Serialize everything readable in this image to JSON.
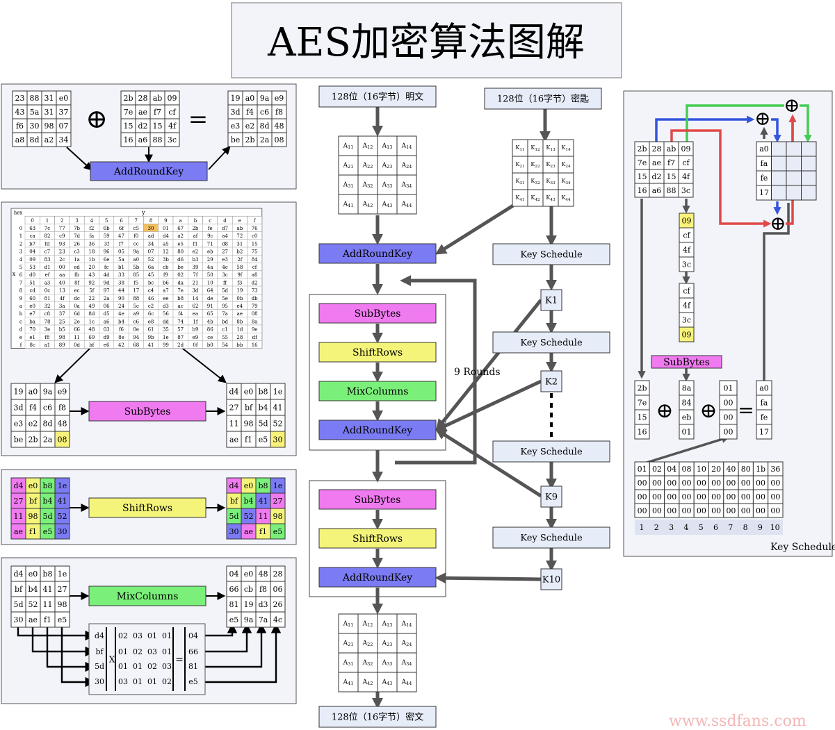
{
  "title": "AES加密算法图解",
  "watermark_url": "www.ssdfans.com",
  "colors": {
    "addroundkey": "#7b7bf4",
    "subbytes": "#f07af0",
    "shiftrows": "#f4f47a",
    "mixcolumns": "#7af07a",
    "keyschedule": "#e6ecf8",
    "panel": "#f2f4fa",
    "yellow_cell": "#f8f27a",
    "orange_cell": "#f5c061"
  },
  "labels": {
    "addroundkey": "AddRoundKey",
    "subbytes": "SubBytes",
    "shiftrows": "ShiftRows",
    "mixcolumns": "MixColumns",
    "keyschedule": "Key Schedule",
    "rounds": "9 Rounds",
    "plaintext": "128位（16字节）明文",
    "key": "128位（16字节）密匙",
    "ciphertext": "128位（16字节）密文",
    "xor": "⊕",
    "eq": "=",
    "x": "X",
    "hex": "hex",
    "y": "y",
    "xaxis": "x",
    "k1": "K1",
    "k2": "K2",
    "k9": "K9",
    "k10": "K10",
    "rcon_numbers": [
      "1",
      "2",
      "3",
      "4",
      "5",
      "6",
      "7",
      "8",
      "9",
      "10"
    ]
  },
  "ark": {
    "state": [
      [
        "23",
        "88",
        "31",
        "e0"
      ],
      [
        "43",
        "5a",
        "31",
        "37"
      ],
      [
        "f6",
        "30",
        "98",
        "07"
      ],
      [
        "a8",
        "8d",
        "a2",
        "34"
      ]
    ],
    "key": [
      [
        "2b",
        "28",
        "ab",
        "09"
      ],
      [
        "7e",
        "ae",
        "f7",
        "cf"
      ],
      [
        "15",
        "d2",
        "15",
        "4f"
      ],
      [
        "16",
        "a6",
        "88",
        "3c"
      ]
    ],
    "result": [
      [
        "19",
        "a0",
        "9a",
        "e9"
      ],
      [
        "3d",
        "f4",
        "c6",
        "f8"
      ],
      [
        "e3",
        "e2",
        "8d",
        "48"
      ],
      [
        "be",
        "2b",
        "2a",
        "08"
      ]
    ]
  },
  "sbox_header": [
    "0",
    "1",
    "2",
    "3",
    "4",
    "5",
    "6",
    "7",
    "8",
    "9",
    "a",
    "b",
    "c",
    "d",
    "e",
    "f"
  ],
  "sbox": [
    [
      "63",
      "7c",
      "77",
      "7b",
      "f2",
      "6b",
      "6f",
      "c5",
      "30",
      "01",
      "67",
      "2b",
      "fe",
      "d7",
      "ab",
      "76"
    ],
    [
      "ca",
      "82",
      "c9",
      "7d",
      "fa",
      "59",
      "47",
      "f0",
      "ad",
      "d4",
      "a2",
      "af",
      "9c",
      "a4",
      "72",
      "c0"
    ],
    [
      "b7",
      "fd",
      "93",
      "26",
      "36",
      "3f",
      "f7",
      "cc",
      "34",
      "a5",
      "e5",
      "f1",
      "71",
      "d8",
      "31",
      "15"
    ],
    [
      "04",
      "c7",
      "23",
      "c3",
      "18",
      "96",
      "05",
      "9a",
      "07",
      "12",
      "80",
      "e2",
      "eb",
      "27",
      "b2",
      "75"
    ],
    [
      "09",
      "83",
      "2c",
      "1a",
      "1b",
      "6e",
      "5a",
      "a0",
      "52",
      "3b",
      "d6",
      "b3",
      "29",
      "e3",
      "2f",
      "84"
    ],
    [
      "53",
      "d1",
      "00",
      "ed",
      "20",
      "fc",
      "b1",
      "5b",
      "6a",
      "cb",
      "be",
      "39",
      "4a",
      "4c",
      "58",
      "cf"
    ],
    [
      "d0",
      "ef",
      "aa",
      "fb",
      "43",
      "4d",
      "33",
      "85",
      "45",
      "f9",
      "02",
      "7f",
      "50",
      "3c",
      "9f",
      "a8"
    ],
    [
      "51",
      "a3",
      "40",
      "8f",
      "92",
      "9d",
      "38",
      "f5",
      "bc",
      "b6",
      "da",
      "21",
      "10",
      "ff",
      "f3",
      "d2"
    ],
    [
      "cd",
      "0c",
      "13",
      "ec",
      "5f",
      "97",
      "44",
      "17",
      "c4",
      "a7",
      "7e",
      "3d",
      "64",
      "5d",
      "19",
      "73"
    ],
    [
      "60",
      "81",
      "4f",
      "dc",
      "22",
      "2a",
      "90",
      "88",
      "46",
      "ee",
      "b8",
      "14",
      "de",
      "5e",
      "0b",
      "db"
    ],
    [
      "e0",
      "32",
      "3a",
      "0a",
      "49",
      "06",
      "24",
      "5c",
      "c2",
      "d3",
      "ac",
      "62",
      "91",
      "95",
      "e4",
      "79"
    ],
    [
      "e7",
      "c8",
      "37",
      "6d",
      "8d",
      "d5",
      "4e",
      "a9",
      "6c",
      "56",
      "f4",
      "ea",
      "65",
      "7a",
      "ae",
      "08"
    ],
    [
      "ba",
      "78",
      "25",
      "2e",
      "1c",
      "a6",
      "b4",
      "c6",
      "e8",
      "dd",
      "74",
      "1f",
      "4b",
      "bd",
      "8b",
      "8a"
    ],
    [
      "70",
      "3e",
      "b5",
      "66",
      "48",
      "03",
      "f6",
      "0e",
      "61",
      "35",
      "57",
      "b9",
      "86",
      "c1",
      "1d",
      "9e"
    ],
    [
      "e1",
      "f8",
      "98",
      "11",
      "69",
      "d9",
      "8e",
      "94",
      "9b",
      "1e",
      "87",
      "e9",
      "ce",
      "55",
      "28",
      "df"
    ],
    [
      "8c",
      "a1",
      "89",
      "0d",
      "bf",
      "e6",
      "42",
      "68",
      "41",
      "99",
      "2d",
      "0f",
      "b0",
      "54",
      "bb",
      "16"
    ]
  ],
  "sub": {
    "in": [
      [
        "19",
        "a0",
        "9a",
        "e9"
      ],
      [
        "3d",
        "f4",
        "c6",
        "f8"
      ],
      [
        "e3",
        "e2",
        "8d",
        "48"
      ],
      [
        "be",
        "2b",
        "2a",
        "08"
      ]
    ],
    "out": [
      [
        "d4",
        "e0",
        "b8",
        "1e"
      ],
      [
        "27",
        "bf",
        "b4",
        "41"
      ],
      [
        "11",
        "98",
        "5d",
        "52"
      ],
      [
        "ae",
        "f1",
        "e5",
        "30"
      ]
    ]
  },
  "shift": {
    "in": [
      [
        "d4",
        "e0",
        "b8",
        "1e"
      ],
      [
        "27",
        "bf",
        "b4",
        "41"
      ],
      [
        "11",
        "98",
        "5d",
        "52"
      ],
      [
        "ae",
        "f1",
        "e5",
        "30"
      ]
    ],
    "out": [
      [
        "d4",
        "e0",
        "b8",
        "1e"
      ],
      [
        "bf",
        "b4",
        "41",
        "27"
      ],
      [
        "5d",
        "52",
        "11",
        "98"
      ],
      [
        "30",
        "ae",
        "f1",
        "e5"
      ]
    ]
  },
  "mix": {
    "in": [
      [
        "d4",
        "e0",
        "b8",
        "1e"
      ],
      [
        "bf",
        "b4",
        "41",
        "27"
      ],
      [
        "5d",
        "52",
        "11",
        "98"
      ],
      [
        "30",
        "ae",
        "f1",
        "e5"
      ]
    ],
    "out": [
      [
        "04",
        "e0",
        "48",
        "28"
      ],
      [
        "66",
        "cb",
        "f8",
        "06"
      ],
      [
        "81",
        "19",
        "d3",
        "26"
      ],
      [
        "e5",
        "9a",
        "7a",
        "4c"
      ]
    ],
    "col": [
      "d4",
      "bf",
      "5d",
      "30"
    ],
    "matrix": [
      [
        "02",
        "03",
        "01",
        "01"
      ],
      [
        "01",
        "02",
        "03",
        "01"
      ],
      [
        "01",
        "01",
        "02",
        "03"
      ],
      [
        "03",
        "01",
        "01",
        "02"
      ]
    ],
    "res": [
      "04",
      "66",
      "81",
      "e5"
    ]
  },
  "state_a": [
    [
      "A11",
      "A12",
      "A13",
      "A14"
    ],
    [
      "A21",
      "A22",
      "A23",
      "A24"
    ],
    [
      "A31",
      "A32",
      "A33",
      "A34"
    ],
    [
      "A41",
      "A42",
      "A43",
      "A44"
    ]
  ],
  "state_k": [
    [
      "K11",
      "K12",
      "K13",
      "K14"
    ],
    [
      "K21",
      "K22",
      "K23",
      "K24"
    ],
    [
      "K31",
      "K32",
      "K33",
      "K34"
    ],
    [
      "K41",
      "K42",
      "K43",
      "K44"
    ]
  ],
  "ks": {
    "key": [
      [
        "2b",
        "28",
        "ab",
        "09"
      ],
      [
        "7e",
        "ae",
        "f7",
        "cf"
      ],
      [
        "15",
        "d2",
        "15",
        "4f"
      ],
      [
        "16",
        "a6",
        "88",
        "3c"
      ]
    ],
    "out_col": [
      "a0",
      "fa",
      "fe",
      "17"
    ],
    "rot_top": [
      "09",
      "cf",
      "4f",
      "3c"
    ],
    "rot": [
      "cf",
      "4f",
      "3c",
      "09"
    ],
    "w0": [
      "2b",
      "7e",
      "15",
      "16"
    ],
    "sub": [
      "8a",
      "84",
      "eb",
      "01"
    ],
    "rc": [
      "01",
      "00",
      "00",
      "00"
    ],
    "res": [
      "a0",
      "fa",
      "fe",
      "17"
    ],
    "rcon": [
      [
        "01",
        "02",
        "04",
        "08",
        "10",
        "20",
        "40",
        "80",
        "1b",
        "36"
      ],
      [
        "00",
        "00",
        "00",
        "00",
        "00",
        "00",
        "00",
        "00",
        "00",
        "00"
      ],
      [
        "00",
        "00",
        "00",
        "00",
        "00",
        "00",
        "00",
        "00",
        "00",
        "00"
      ],
      [
        "00",
        "00",
        "00",
        "00",
        "00",
        "00",
        "00",
        "00",
        "00",
        "00"
      ]
    ]
  }
}
